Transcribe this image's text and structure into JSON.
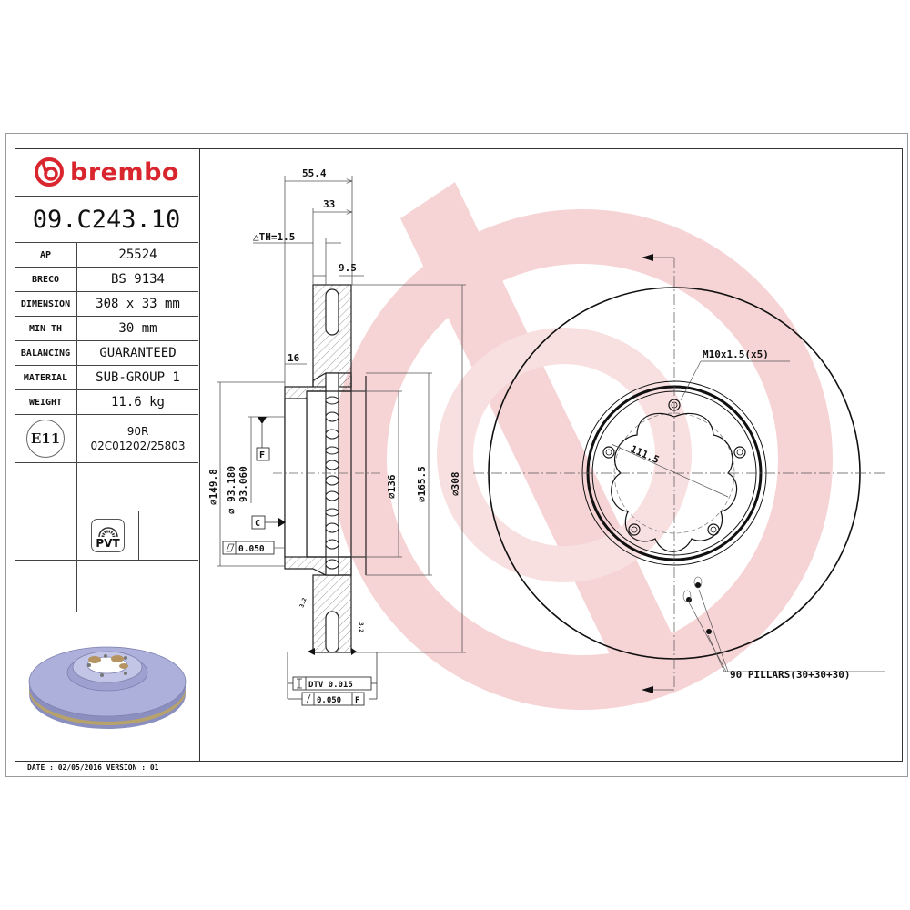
{
  "brand": {
    "name": "brembo",
    "color": "#d9262e",
    "watermark_color": "#f6d3d5"
  },
  "part_number": "09.C243.10",
  "specs": [
    {
      "label": "AP",
      "value": "25524"
    },
    {
      "label": "BRECO",
      "value": "BS 9134"
    },
    {
      "label": "DIMENSION",
      "value": "308 x 33 mm"
    },
    {
      "label": "MIN TH",
      "value": "30 mm"
    },
    {
      "label": "BALANCING",
      "value": "GUARANTEED"
    },
    {
      "label": "MATERIAL",
      "value": "SUB-GROUP 1"
    },
    {
      "label": "WEIGHT",
      "value": "11.6 kg"
    }
  ],
  "approval": {
    "badge": "E11",
    "line1": "90R",
    "line2": "02C01202/25803"
  },
  "pvt_badge": "PVT",
  "footer": "DATE : 02/05/2016 VERSION : 01",
  "drawing": {
    "section_view": {
      "dim_overall_width": "55.4",
      "dim_thickness": "33",
      "delta_th": "△TH=1.5",
      "dim_vane": "9.5",
      "dim_hub": "16",
      "dia_149_8": "⌀149.8",
      "dia_93_180": "⌀ 93.180",
      "dia_93_060": "93.060",
      "dia_136": "⌀136",
      "dia_165_5": "⌀165.5",
      "dia_308": "⌀308",
      "datum_f": "F",
      "datum_c": "C",
      "flatness": "0.050",
      "dtv_label": "DTV 0.015",
      "runout_value": "0.050",
      "runout_datum": "F",
      "roughness_left": "3.2",
      "roughness_right": "3.2"
    },
    "front_view": {
      "thread_note": "M10x1.5(x5)",
      "pcd": "111.5",
      "pillars_note": "90 PILLARS(30+30+30)"
    }
  }
}
